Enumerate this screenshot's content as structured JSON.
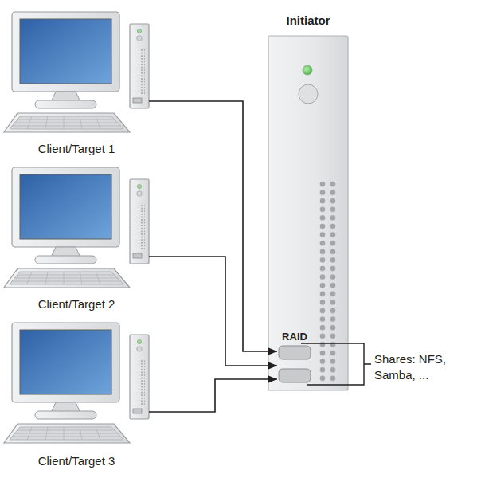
{
  "diagram": {
    "nodes": [
      {
        "text": [
          "Client/Target 1"
        ]
      },
      {
        "text": [
          "Client/Target 2"
        ]
      },
      {
        "text": [
          "Client/Target 3"
        ]
      },
      {
        "text": [
          "Initiator"
        ]
      },
      {
        "text": [
          "RAID"
        ],
        "in": 3
      }
    ],
    "edges": [
      {
        "from": 0,
        "to": 4,
        "arrow": "to"
      },
      {
        "from": 1,
        "to": 4,
        "arrow": "to"
      },
      {
        "from": 2,
        "to": 4,
        "arrow": "to"
      }
    ],
    "labels": [
      "Shares: NFS, Samba, ..."
    ]
  }
}
